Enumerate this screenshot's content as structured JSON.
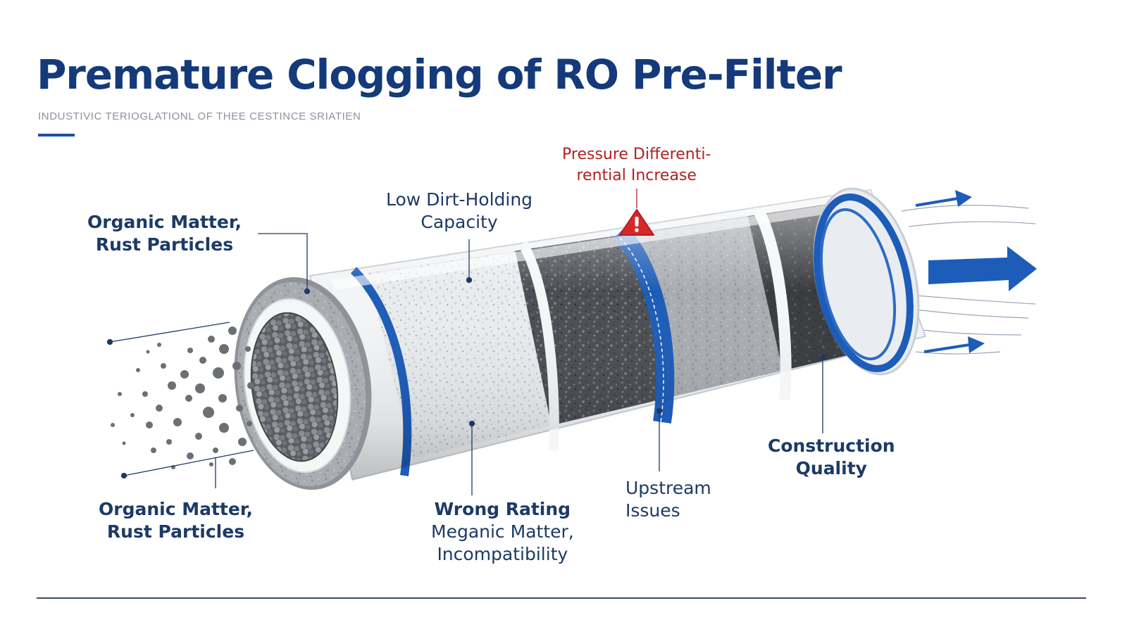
{
  "header": {
    "title": "Premature Clogging of RO Pre-Filter",
    "subtitle": "INDUSTIVIC TERIOGLATIONL OF THEE CESTINCE SRIATIEN"
  },
  "labels": {
    "organic_top": [
      "Organic Matter,",
      "Rust Particles"
    ],
    "low_dirt": [
      "Low Dirt-Holding",
      "Capacity"
    ],
    "pressure": [
      "Pressure Differenti-",
      "rential Increase"
    ],
    "organic_bottom": [
      "Organic Matter,",
      "Rust Particles"
    ],
    "wrong_rating": [
      "Wrong Rating",
      "Meganic Matter,",
      "Incompatibility"
    ],
    "upstream": [
      "Upstream",
      "Issues"
    ],
    "construction": [
      "Construction",
      "Quality"
    ]
  },
  "icons": {
    "warning": "warning-triangle-icon",
    "flow": "flow-arrow-icon"
  },
  "colors": {
    "title": "#143a7a",
    "accent_blue": "#1d5cb8",
    "warning_red": "#d62828",
    "label_text": "#1c3a66",
    "warning_text": "#b02222",
    "rule": "#3f4c5c"
  }
}
